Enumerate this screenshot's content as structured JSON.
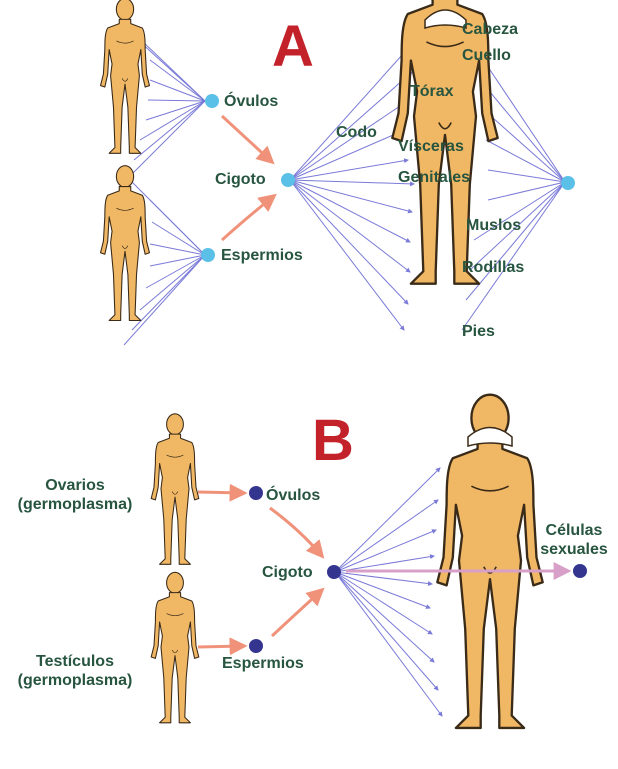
{
  "panels": {
    "a": {
      "letter": "A",
      "ovules": "Óvulos",
      "zygote": "Cigoto",
      "sperm": "Espermios",
      "body_parts": {
        "head": "Cabeza",
        "neck": "Cuello",
        "thorax": "Tórax",
        "elbow": "Codo",
        "viscera": "Vísceras",
        "genitals": "Genitales",
        "thighs": "Muslos",
        "knees": "Rodillas",
        "feet": "Pies"
      }
    },
    "b": {
      "letter": "B",
      "ovaries_line1": "Ovarios",
      "ovaries_line2": "(germoplasma)",
      "testes_line1": "Testículos",
      "testes_line2": "(germoplasma)",
      "ovules": "Óvulos",
      "zygote": "Cigoto",
      "sperm": "Espermios",
      "sex_cells_line1": "Células",
      "sex_cells_line2": "sexuales"
    }
  },
  "colors": {
    "letter": "#c3222b",
    "label": "#27553f",
    "skin": "#f0b865",
    "outline": "#3a2a18",
    "ray": "#7a7ad8",
    "arrow_orange": "#f0927a",
    "cell_light": "#5bc0e8",
    "cell_dark": "#34358f",
    "arrow_pink": "#d8a0c8"
  }
}
